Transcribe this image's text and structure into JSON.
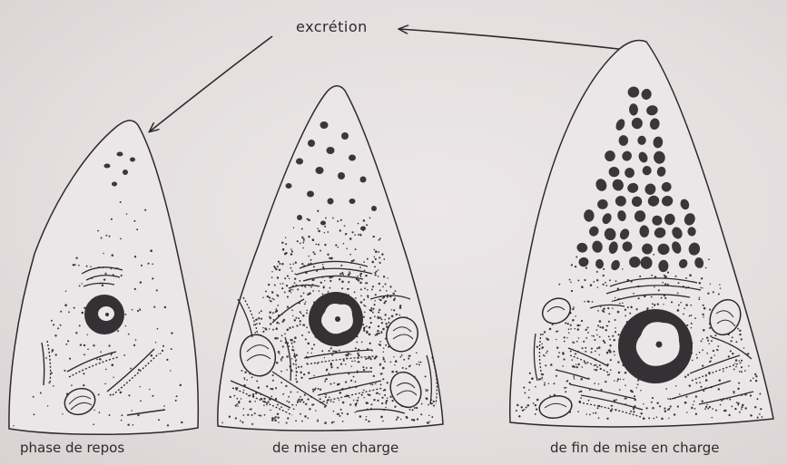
{
  "figure": {
    "arrow_label": "excrétion",
    "cells": [
      {
        "id": "cell-1",
        "caption": "phase de repos"
      },
      {
        "id": "cell-2",
        "caption": "de mise en charge"
      },
      {
        "id": "cell-3",
        "caption": "de fin de mise en charge"
      }
    ]
  },
  "colors": {
    "paper": "#e7e1e2",
    "ink": "#2d2a2c",
    "granule": "#3a373a"
  }
}
